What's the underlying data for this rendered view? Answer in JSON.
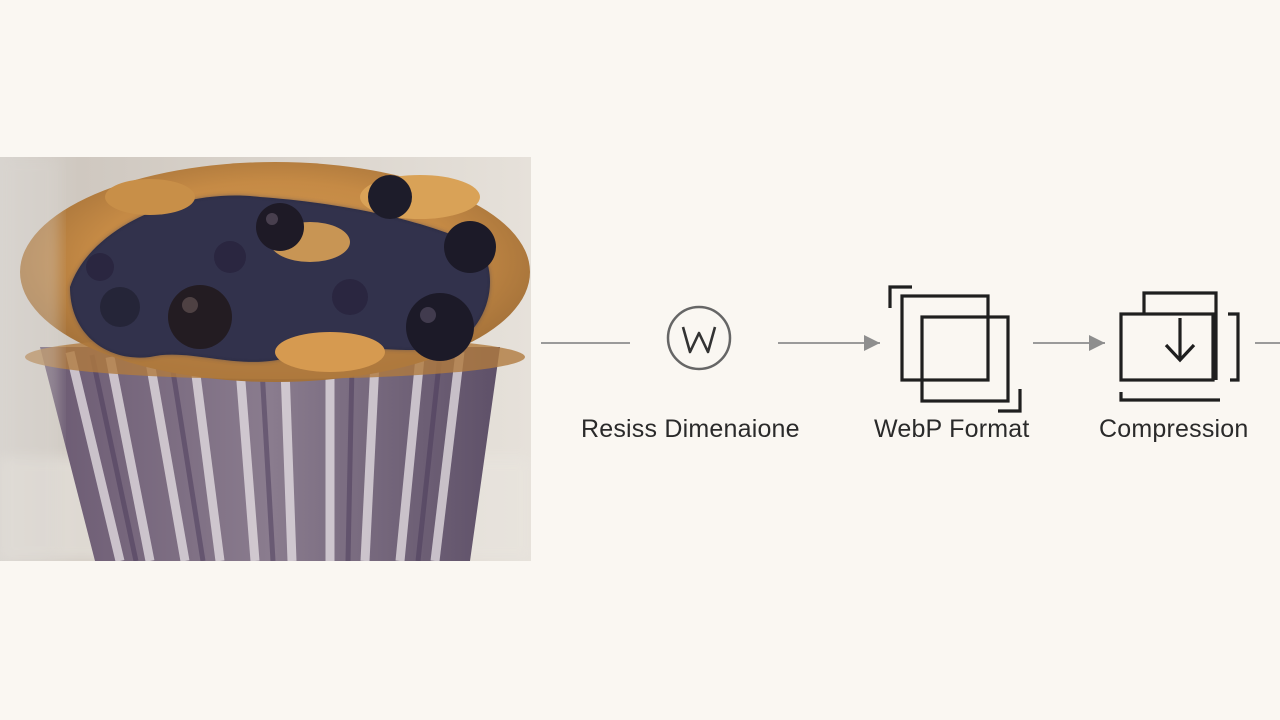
{
  "diagram": {
    "steps": [
      {
        "id": "resize",
        "label": "Resiss Dimenaione",
        "icon": "w-circle-icon"
      },
      {
        "id": "webp",
        "label": "WebP Format",
        "icon": "layered-squares-icon"
      },
      {
        "id": "compression",
        "label": "Compression",
        "icon": "download-box-icon"
      }
    ],
    "image": {
      "subject": "blueberry-muffin-photo"
    }
  },
  "colors": {
    "background": "#faf7f2",
    "line": "#9a9a9a",
    "icon_stroke": "#222222"
  }
}
